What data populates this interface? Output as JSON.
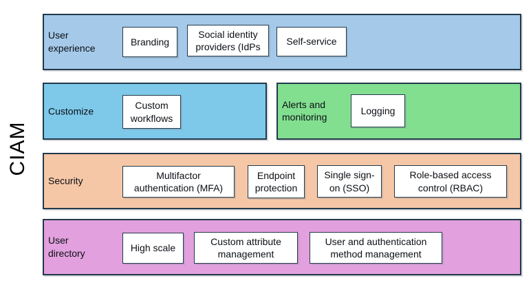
{
  "diagram": {
    "side_label": "CIAM",
    "border_color": "#22384a",
    "box_fill": "#ffffff",
    "text_color": "#0b0f14"
  },
  "bands": [
    {
      "label": "User experience",
      "color": "#a5c9e9",
      "boxes": [
        {
          "label": "Branding"
        },
        {
          "label": "Social identity providers (IdPs"
        },
        {
          "label": "Self-service"
        }
      ]
    },
    {
      "label": "Customize",
      "color": "#7ec9e9",
      "boxes": [
        {
          "label": "Custom workflows"
        }
      ]
    },
    {
      "label": "Alerts and monitoring",
      "color": "#82df90",
      "boxes": [
        {
          "label": "Logging"
        }
      ]
    },
    {
      "label": "Security",
      "color": "#f5c7a6",
      "boxes": [
        {
          "label": "Multifactor authentication (MFA)"
        },
        {
          "label": "Endpoint protection"
        },
        {
          "label": "Single sign-on (SSO)"
        },
        {
          "label": "Role-based access control (RBAC)"
        }
      ]
    },
    {
      "label": "User directory",
      "color": "#e2a0de",
      "boxes": [
        {
          "label": "High scale"
        },
        {
          "label": "Custom attribute management"
        },
        {
          "label": "User and authentication method management"
        }
      ]
    }
  ]
}
